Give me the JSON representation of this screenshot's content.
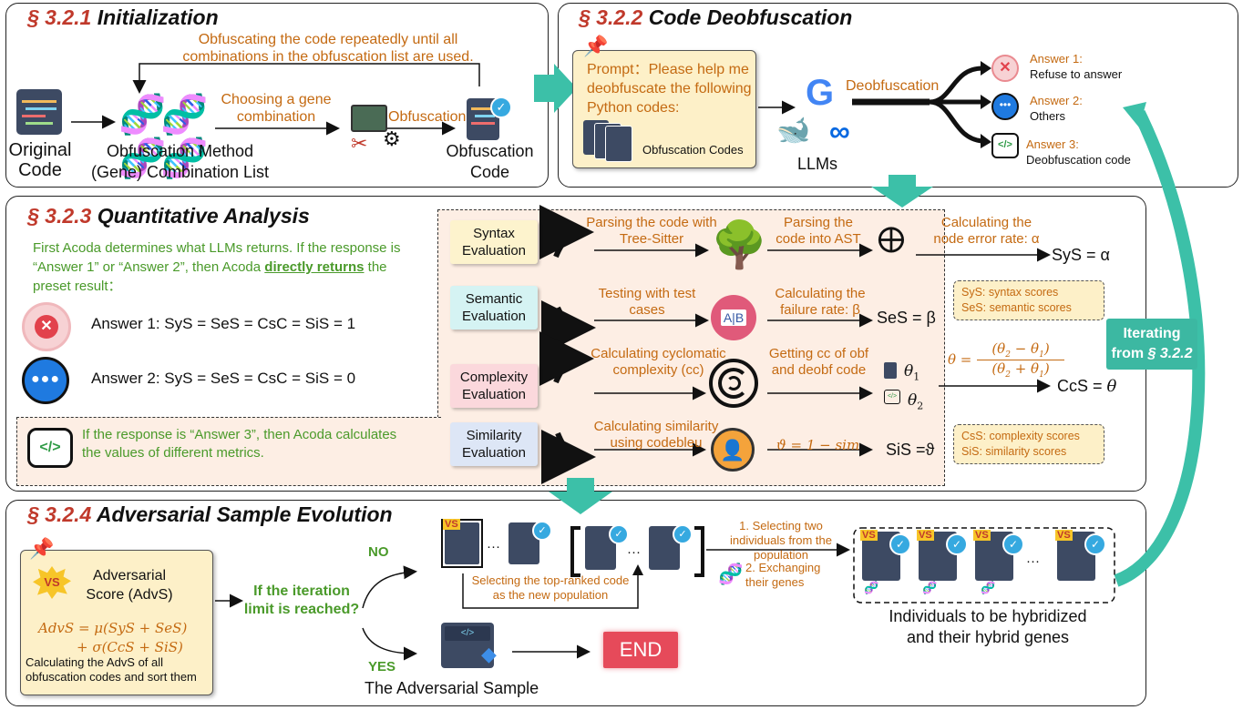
{
  "colors": {
    "section_number": "#c0392b",
    "flow_text": "#c46a12",
    "green_text": "#4a9a2a",
    "teal_arrow": "#3cc0a8",
    "syntax_box": "#fdf3cd",
    "semantic_box": "#d5f3f3",
    "complexity_box": "#fbd8dc",
    "similarity_box": "#dde6f6",
    "end_button": "#e64a5a"
  },
  "init": {
    "num": "§ 3.2.1",
    "title": "Initialization",
    "loop_text": "Obfuscating the code repeatedly until all combinations in the obfuscation list are used.",
    "choose_text": "Choosing a gene combination",
    "obf_label": "Obfuscation",
    "original_code": "Original Code",
    "combo_list_1": "Obfuscation Method",
    "combo_list_2": "(Gene) Combination List",
    "obf_code_1": "Obfuscation",
    "obf_code_2": "Code"
  },
  "deobf": {
    "num": "§ 3.2.2",
    "title": "Code Deobfuscation",
    "prompt": "Prompt：Please help me deobfuscate the following Python codes:",
    "obf_codes": "Obfuscation Codes",
    "arrow_label": "Deobfuscation",
    "llms": "LLMs",
    "answers": [
      {
        "num": "Answer 1:",
        "text": "Refuse to answer"
      },
      {
        "num": "Answer 2:",
        "text": "Others"
      },
      {
        "num": "Answer 3:",
        "text": "Deobfuscation code"
      }
    ]
  },
  "quant": {
    "num": "§ 3.2.3",
    "title": "Quantitative Analysis",
    "intro_1": "First Acoda determines what LLMs returns. If the response is “Answer 1” or “Answer 2”, then Acoda",
    "intro_bold": "directly returns",
    "intro_2": "the preset result：",
    "ans1": "Answer 1: SyS = SeS = CsC = SiS = 1",
    "ans2": "Answer 2: SyS = SeS = CsC = SiS = 0",
    "ans3_text": "If the response is “Answer 3”, then Acoda calculates the values of different metrics.",
    "syntax": {
      "label": "Syntax Evaluation",
      "step1": "Parsing the code with Tree-Sitter",
      "step2": "Parsing the code into AST",
      "step3": "Calculating the node error rate: α",
      "result": "SyS = α"
    },
    "semantic": {
      "label": "Semantic Evaluation",
      "step1": "Testing with test cases",
      "step2": "Calculating the failure rate: β",
      "result": "SeS = β"
    },
    "complexity": {
      "label": "Complexity Evaluation",
      "step1": "Calculating cyclomatic complexity (cc)",
      "step2": "Getting cc of obf and deobf code",
      "theta1": "θ1",
      "theta2": "θ2",
      "formula_lhs": "θ =",
      "formula_num": "(θ2 − θ1)",
      "formula_den": "(θ2 + θ1)",
      "result": "CcS = θ"
    },
    "similarity": {
      "label": "Similarity Evaluation",
      "step1": "Calculating similarity using codebleu",
      "formula": "ϑ = 1 − sim",
      "result": "SiS =ϑ"
    },
    "note1_line1": "SyS: syntax scores",
    "note1_line2": "SeS: semantic scores",
    "note2_line1": "CsS: complexity scores",
    "note2_line2": "SiS: similarity scores"
  },
  "iterating": {
    "line1": "Iterating",
    "line2": "from",
    "num": "§ 3.2.2"
  },
  "adv": {
    "num": "§ 3.2.4",
    "title": "Adversarial Sample Evolution",
    "score_1": "Adversarial",
    "score_2": "Score (AdvS)",
    "formula_1": "AdvS = μ(SyS + SeS)",
    "formula_2": "+ σ(CcS + SiS)",
    "calc_text": "Calculating the AdvS of all obfuscation codes and sort them",
    "question": "If the iteration limit is reached?",
    "no": "NO",
    "yes": "YES",
    "select_top": "Selecting the top-ranked code  as the new population",
    "step1": "1. Selecting two individuals from the population",
    "step2": "2. Exchanging their genes",
    "ellipsis": "···",
    "hybrid_1": "Individuals to be hybridized",
    "hybrid_2": "and their hybrid genes",
    "adv_sample": "The Adversarial Sample",
    "end": "END"
  }
}
